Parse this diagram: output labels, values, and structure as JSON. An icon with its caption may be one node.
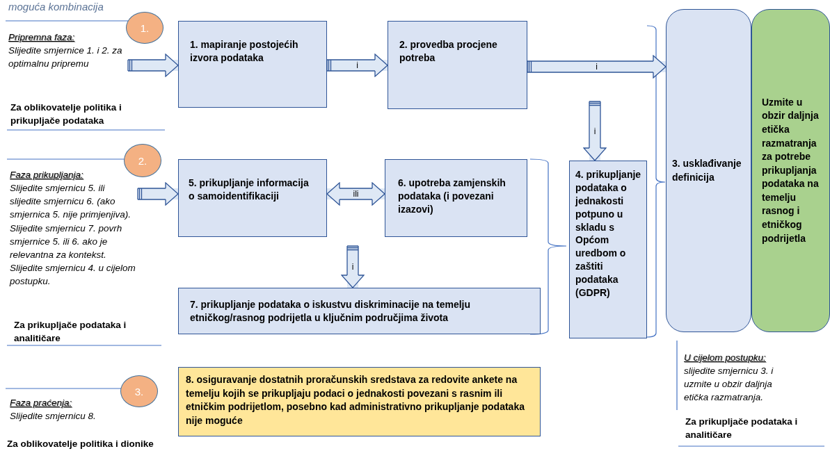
{
  "diagram": {
    "nodes": [
      {
        "text": [
          "1."
        ]
      },
      {
        "text": [
          "Pripremna faza:",
          "Slijedite smjernice 1. i 2. za optimalnu pripremu"
        ]
      },
      {
        "text": [
          "1. mapiranje postojećih izvora podataka"
        ]
      },
      {
        "text": [
          "2. provedba procjene potreba"
        ]
      },
      {
        "text": [
          "3. usklađivanje definicija"
        ]
      },
      {
        "text": [
          "Uzmite u obzir daljnja etička razmatranja za potrebe prikupljanja podataka na temelju rasnog i etničkog podrijetla"
        ]
      },
      {
        "text": [
          "2."
        ]
      },
      {
        "text": [
          "Faza prikupljanja:",
          "Slijedite smjernicu 5. ili slijedite smjernicu 6. (ako smjernica 5. nije primjenjiva). Slijedite smjernicu 7. povrh smjernice 5. ili 6. ako je relevantna za kontekst. Slijedite smjernicu 4. u cijelom postupku."
        ]
      },
      {
        "text": [
          "5. prikupljanje informacija o samoidentifikaciji"
        ]
      },
      {
        "text": [
          "6. upotreba zamjenskih podataka (i povezani izazovi)"
        ]
      },
      {
        "text": [
          "4. prikupljanje podataka o jednakosti potpuno u skladu s Općom uredbom o zaštiti podataka (GDPR)"
        ]
      },
      {
        "text": [
          "7. prikupljanje podataka o iskustvu diskriminacije na temelju etničkog/rasnog podrijetla u ključnim područjima života"
        ]
      },
      {
        "text": [
          "3."
        ]
      },
      {
        "text": [
          "Faza praćenja:",
          "Slijedite smjernicu 8."
        ]
      },
      {
        "text": [
          "8. osiguravanje dostatnih proračunskih sredstava za redovite ankete na temelju kojih se prikupljaju podaci o jednakosti povezani s rasnim ili etničkim podrijetlom, posebno kad administrativno prikupljanje podataka nije moguće"
        ]
      },
      {
        "text": [
          "U cijelom postupku:",
          "slijedite smjernicu 3. i uzmite u obzir daljnja etička razmatranja."
        ]
      }
    ],
    "edges": [
      {
        "from": 1,
        "to": 2,
        "arrow": "to"
      },
      {
        "from": 2,
        "to": 3,
        "arrow": "to",
        "label": "i"
      },
      {
        "from": 3,
        "to": 4,
        "arrow": "to",
        "label": "i"
      },
      {
        "from": null,
        "to": 10,
        "arrow": "to",
        "label": "i"
      },
      {
        "from": 7,
        "to": 8,
        "arrow": "to"
      },
      {
        "from": 8,
        "to": 9,
        "arrow": "both",
        "label": "ili"
      },
      {
        "from": null,
        "to": 11,
        "arrow": "to",
        "label": "i"
      }
    ],
    "labels": [
      "moguća kombinacija",
      "Za oblikovatelje politika i prikupljače podataka",
      "Za prikupljače podataka i analitičare",
      "Za oblikovatelje politika i dionike",
      "Za prikupljače podataka i analitičare"
    ]
  }
}
